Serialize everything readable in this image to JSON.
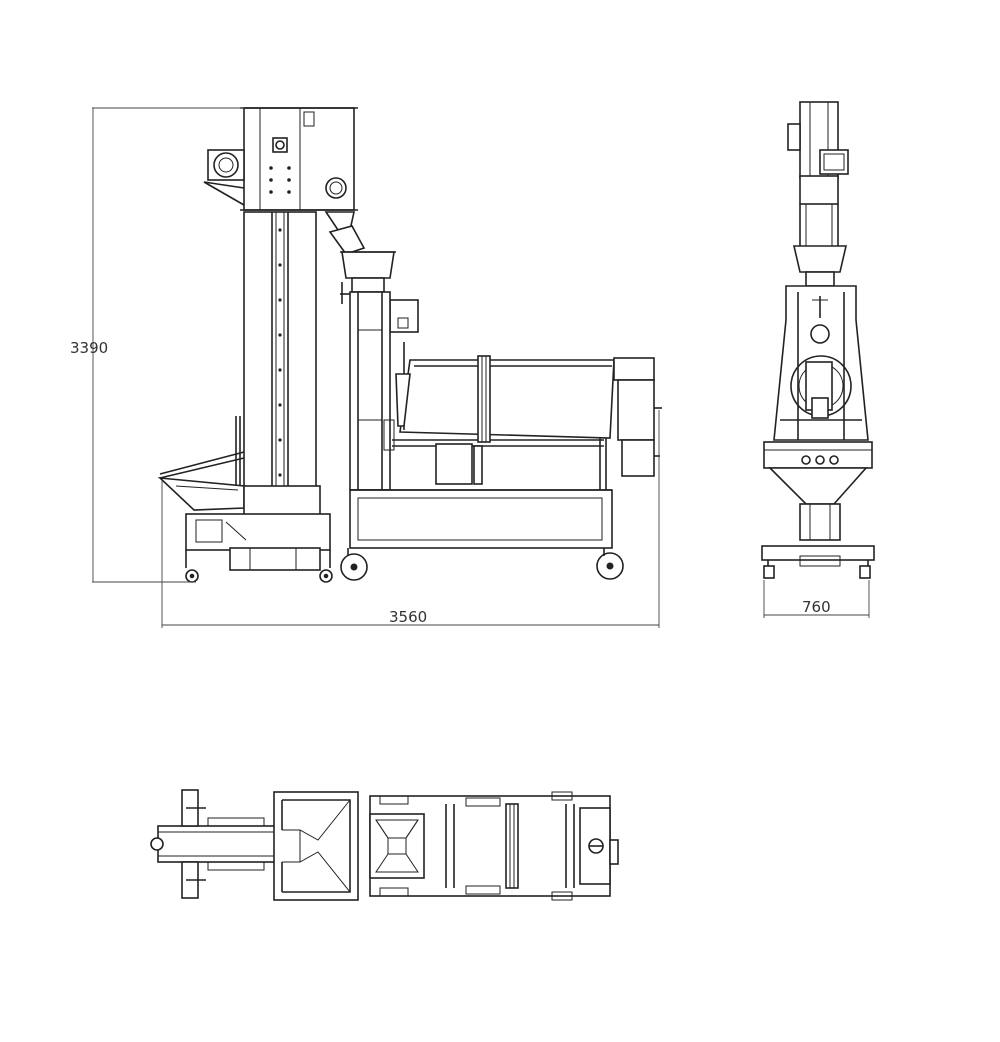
{
  "dimensions": {
    "height": "3390",
    "length": "3560",
    "width": "760"
  },
  "colors": {
    "line": "#222222",
    "background": "#ffffff"
  }
}
